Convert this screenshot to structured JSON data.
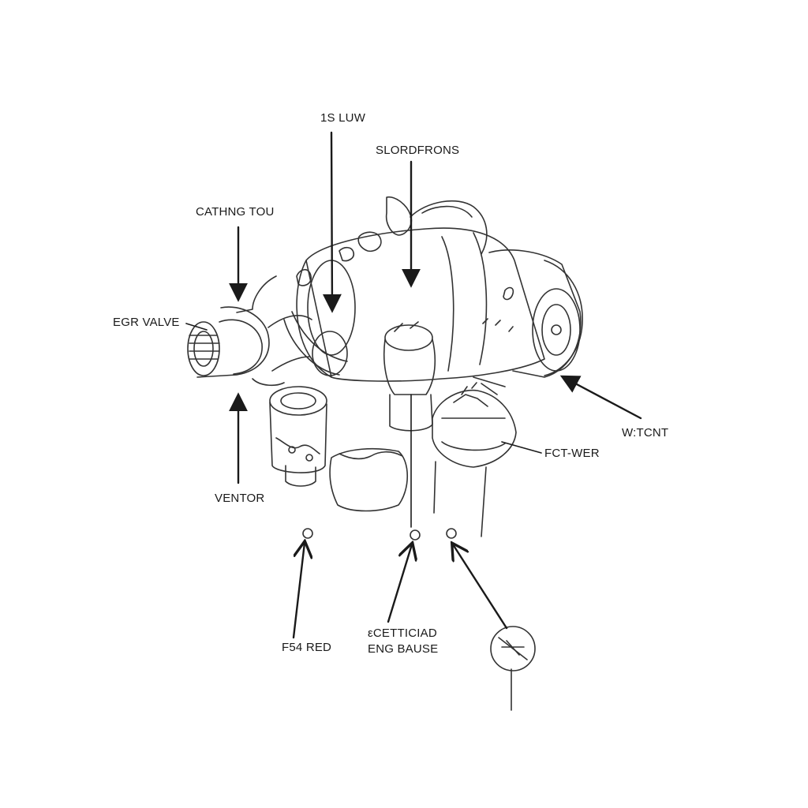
{
  "labels": {
    "top_center": "1S LUW",
    "top_right": "SLORDFRONS",
    "upper_left": "CATHNG TOU",
    "left": "EGR VALVE",
    "lower_left": "VENTOR",
    "right": "W:TCNT",
    "right_mid": "FCT-WER",
    "bottom_left": "F54 RED",
    "bottom_center_line1": "εCETTICIAD",
    "bottom_center_line2": "ENG BAUSE"
  },
  "colors": {
    "ink": "#1a1a1a",
    "background": "#ffffff"
  }
}
